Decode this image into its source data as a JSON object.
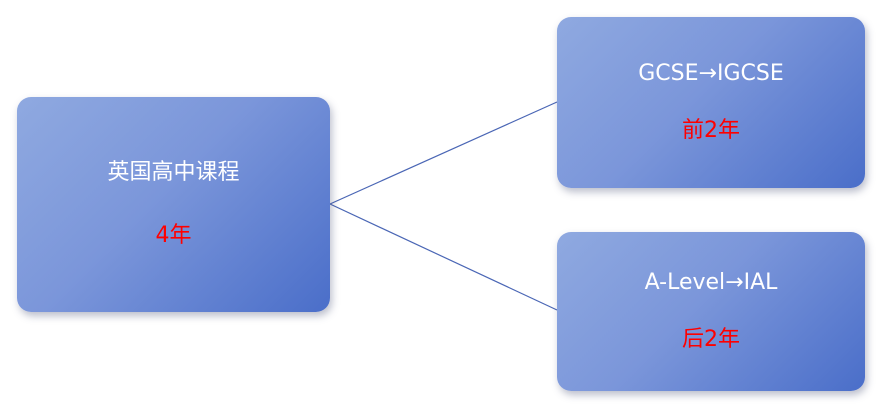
{
  "diagram": {
    "root": {
      "title": "英国高中课程",
      "duration": "4年"
    },
    "children": [
      {
        "title": "GCSE→IGCSE",
        "duration": "前2年"
      },
      {
        "title": "A-Level→IAL",
        "duration": "后2年"
      }
    ]
  },
  "colors": {
    "box_gradient_start": "#8fa9e0",
    "box_gradient_end": "#4a6ec9",
    "title_text": "#ffffff",
    "duration_text": "#ff0000",
    "connector": "#4a66b5"
  }
}
